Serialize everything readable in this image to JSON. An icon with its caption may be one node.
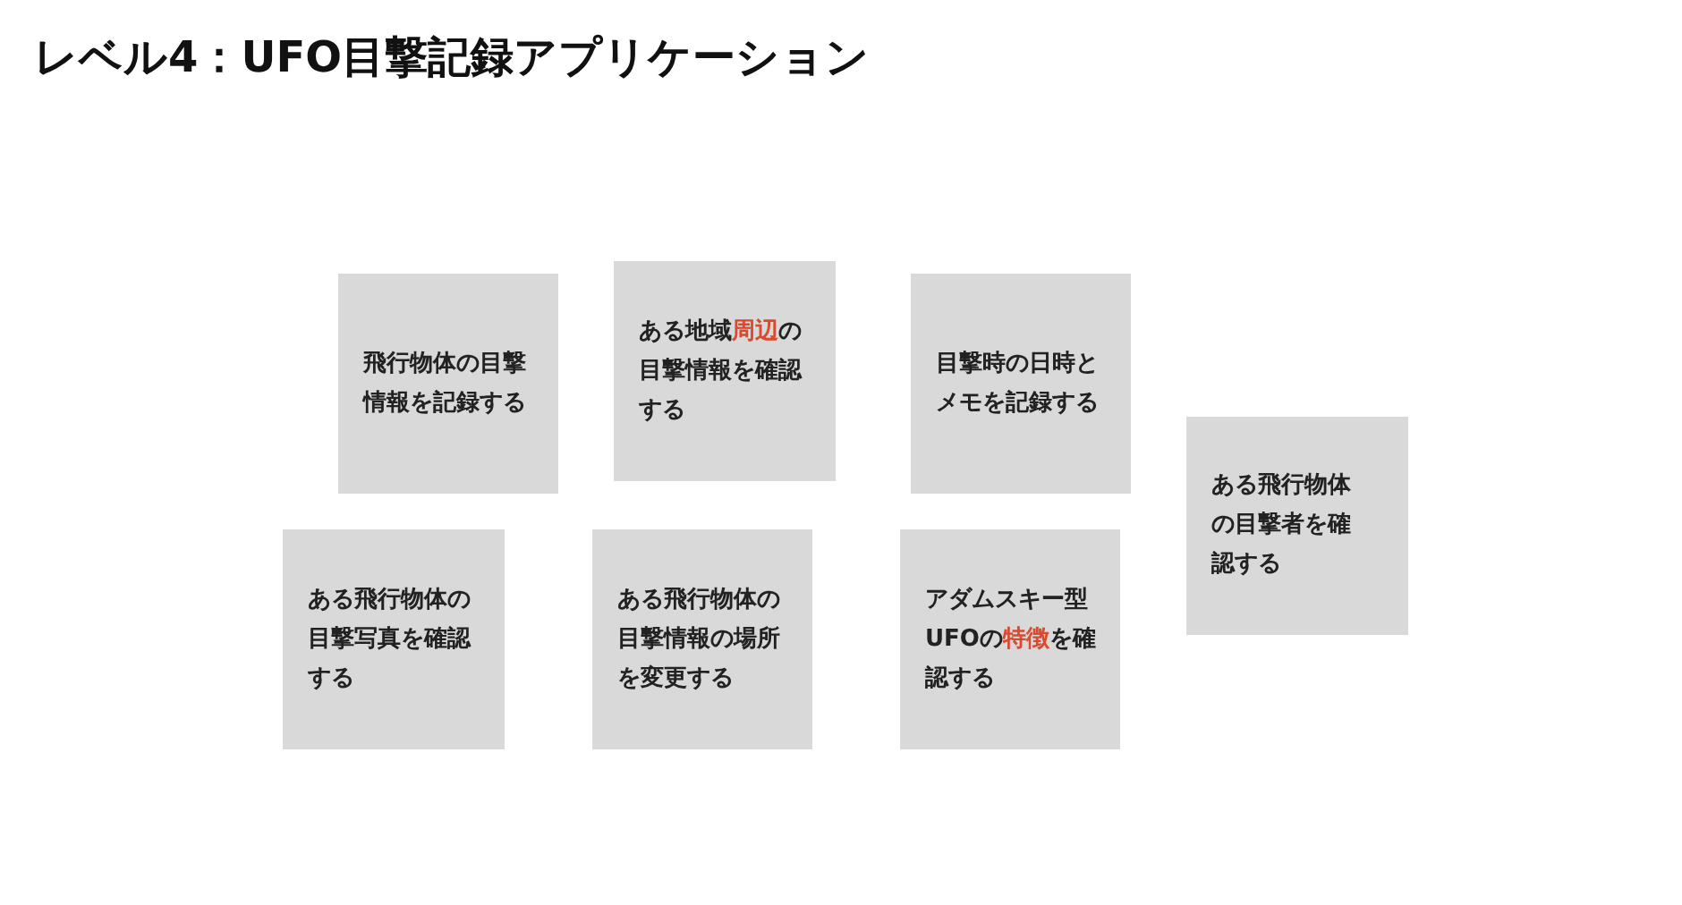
{
  "diagram": {
    "title": "レベル4：UFO目撃記録アプリケーション",
    "nodes": [
      {
        "text": [
          "飛行物体の目撃情報を記録する"
        ]
      },
      {
        "text": [
          "ある地域**周辺**の目撃情報を確認する"
        ]
      },
      {
        "text": [
          "目撃時の日時とメモを記録する"
        ]
      },
      {
        "text": [
          "ある飛行物体の目撃者を確認する"
        ]
      },
      {
        "text": [
          "ある飛行物体の目撃写真を確認する"
        ]
      },
      {
        "text": [
          "ある飛行物体の目撃情報の場所を変更する"
        ]
      },
      {
        "text": [
          "アダムスキー型UFOの**特徴**を確認する"
        ]
      }
    ]
  }
}
